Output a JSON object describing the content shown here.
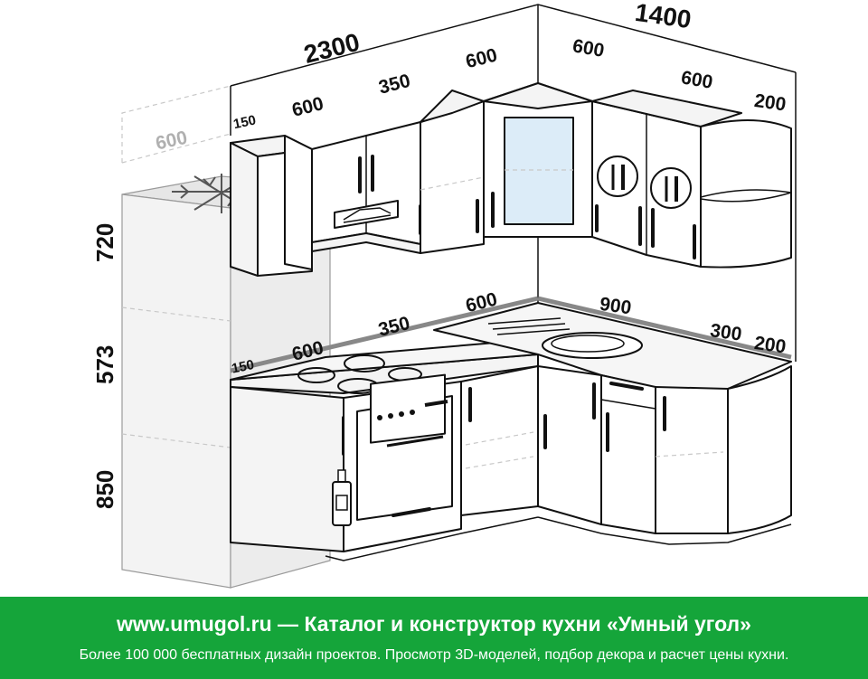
{
  "diagram": {
    "dimensions": {
      "top_total_left": "2300",
      "top_total_right": "1400",
      "wall_left_150": "150",
      "wall_left_600": "600",
      "wall_left_350": "350",
      "wall_left_600b": "600",
      "wall_right_600": "600",
      "wall_right_600b": "600",
      "wall_right_200": "200",
      "fridge_depth": "600",
      "height_upper": "720",
      "height_gap": "573",
      "height_base": "850",
      "base_left_150": "150",
      "base_left_600": "600",
      "base_left_350": "350",
      "base_corner_600": "600",
      "base_right_900": "900",
      "base_right_300": "300",
      "base_right_200": "200"
    },
    "icons": [
      "snowflake-icon",
      "fork-knife-icon",
      "fork-knife-icon",
      "bottle-icon",
      "hob-icon",
      "oven-icon",
      "sink-icon"
    ]
  },
  "footer": {
    "title": "www.umugol.ru — Каталог и конструктор кухни «Умный угол»",
    "subtitle": "Более 100 000 бесплатных дизайн проектов. Просмотр 3D-моделей, подбор декора и расчет цены кухни."
  },
  "colors": {
    "footer_bg": "#15a53a",
    "footer_text": "#ffffff",
    "line": "#111111",
    "ghost": "#9a9a9a"
  }
}
